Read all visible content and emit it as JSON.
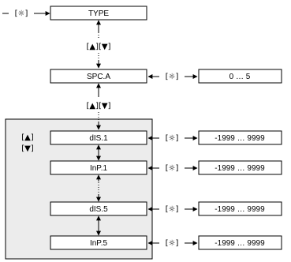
{
  "diagram": {
    "set_button_symbol": "[☼]",
    "nav_keys_label": "[▲][▼]",
    "nav_keys_up": "[▲]",
    "nav_keys_down": "[▼]",
    "top_menu": {
      "label": "TYPE"
    },
    "spc_menu": {
      "label": "SPC.A",
      "value_range": "0 … 5"
    },
    "channels": [
      {
        "label": "dIS.1",
        "value_range": "-1999 … 9999"
      },
      {
        "label": "InP.1",
        "value_range": "-1999 … 9999"
      },
      {
        "label": "dIS.5",
        "value_range": "-1999 … 9999"
      },
      {
        "label": "InP.5",
        "value_range": "-1999 … 9999"
      }
    ]
  }
}
